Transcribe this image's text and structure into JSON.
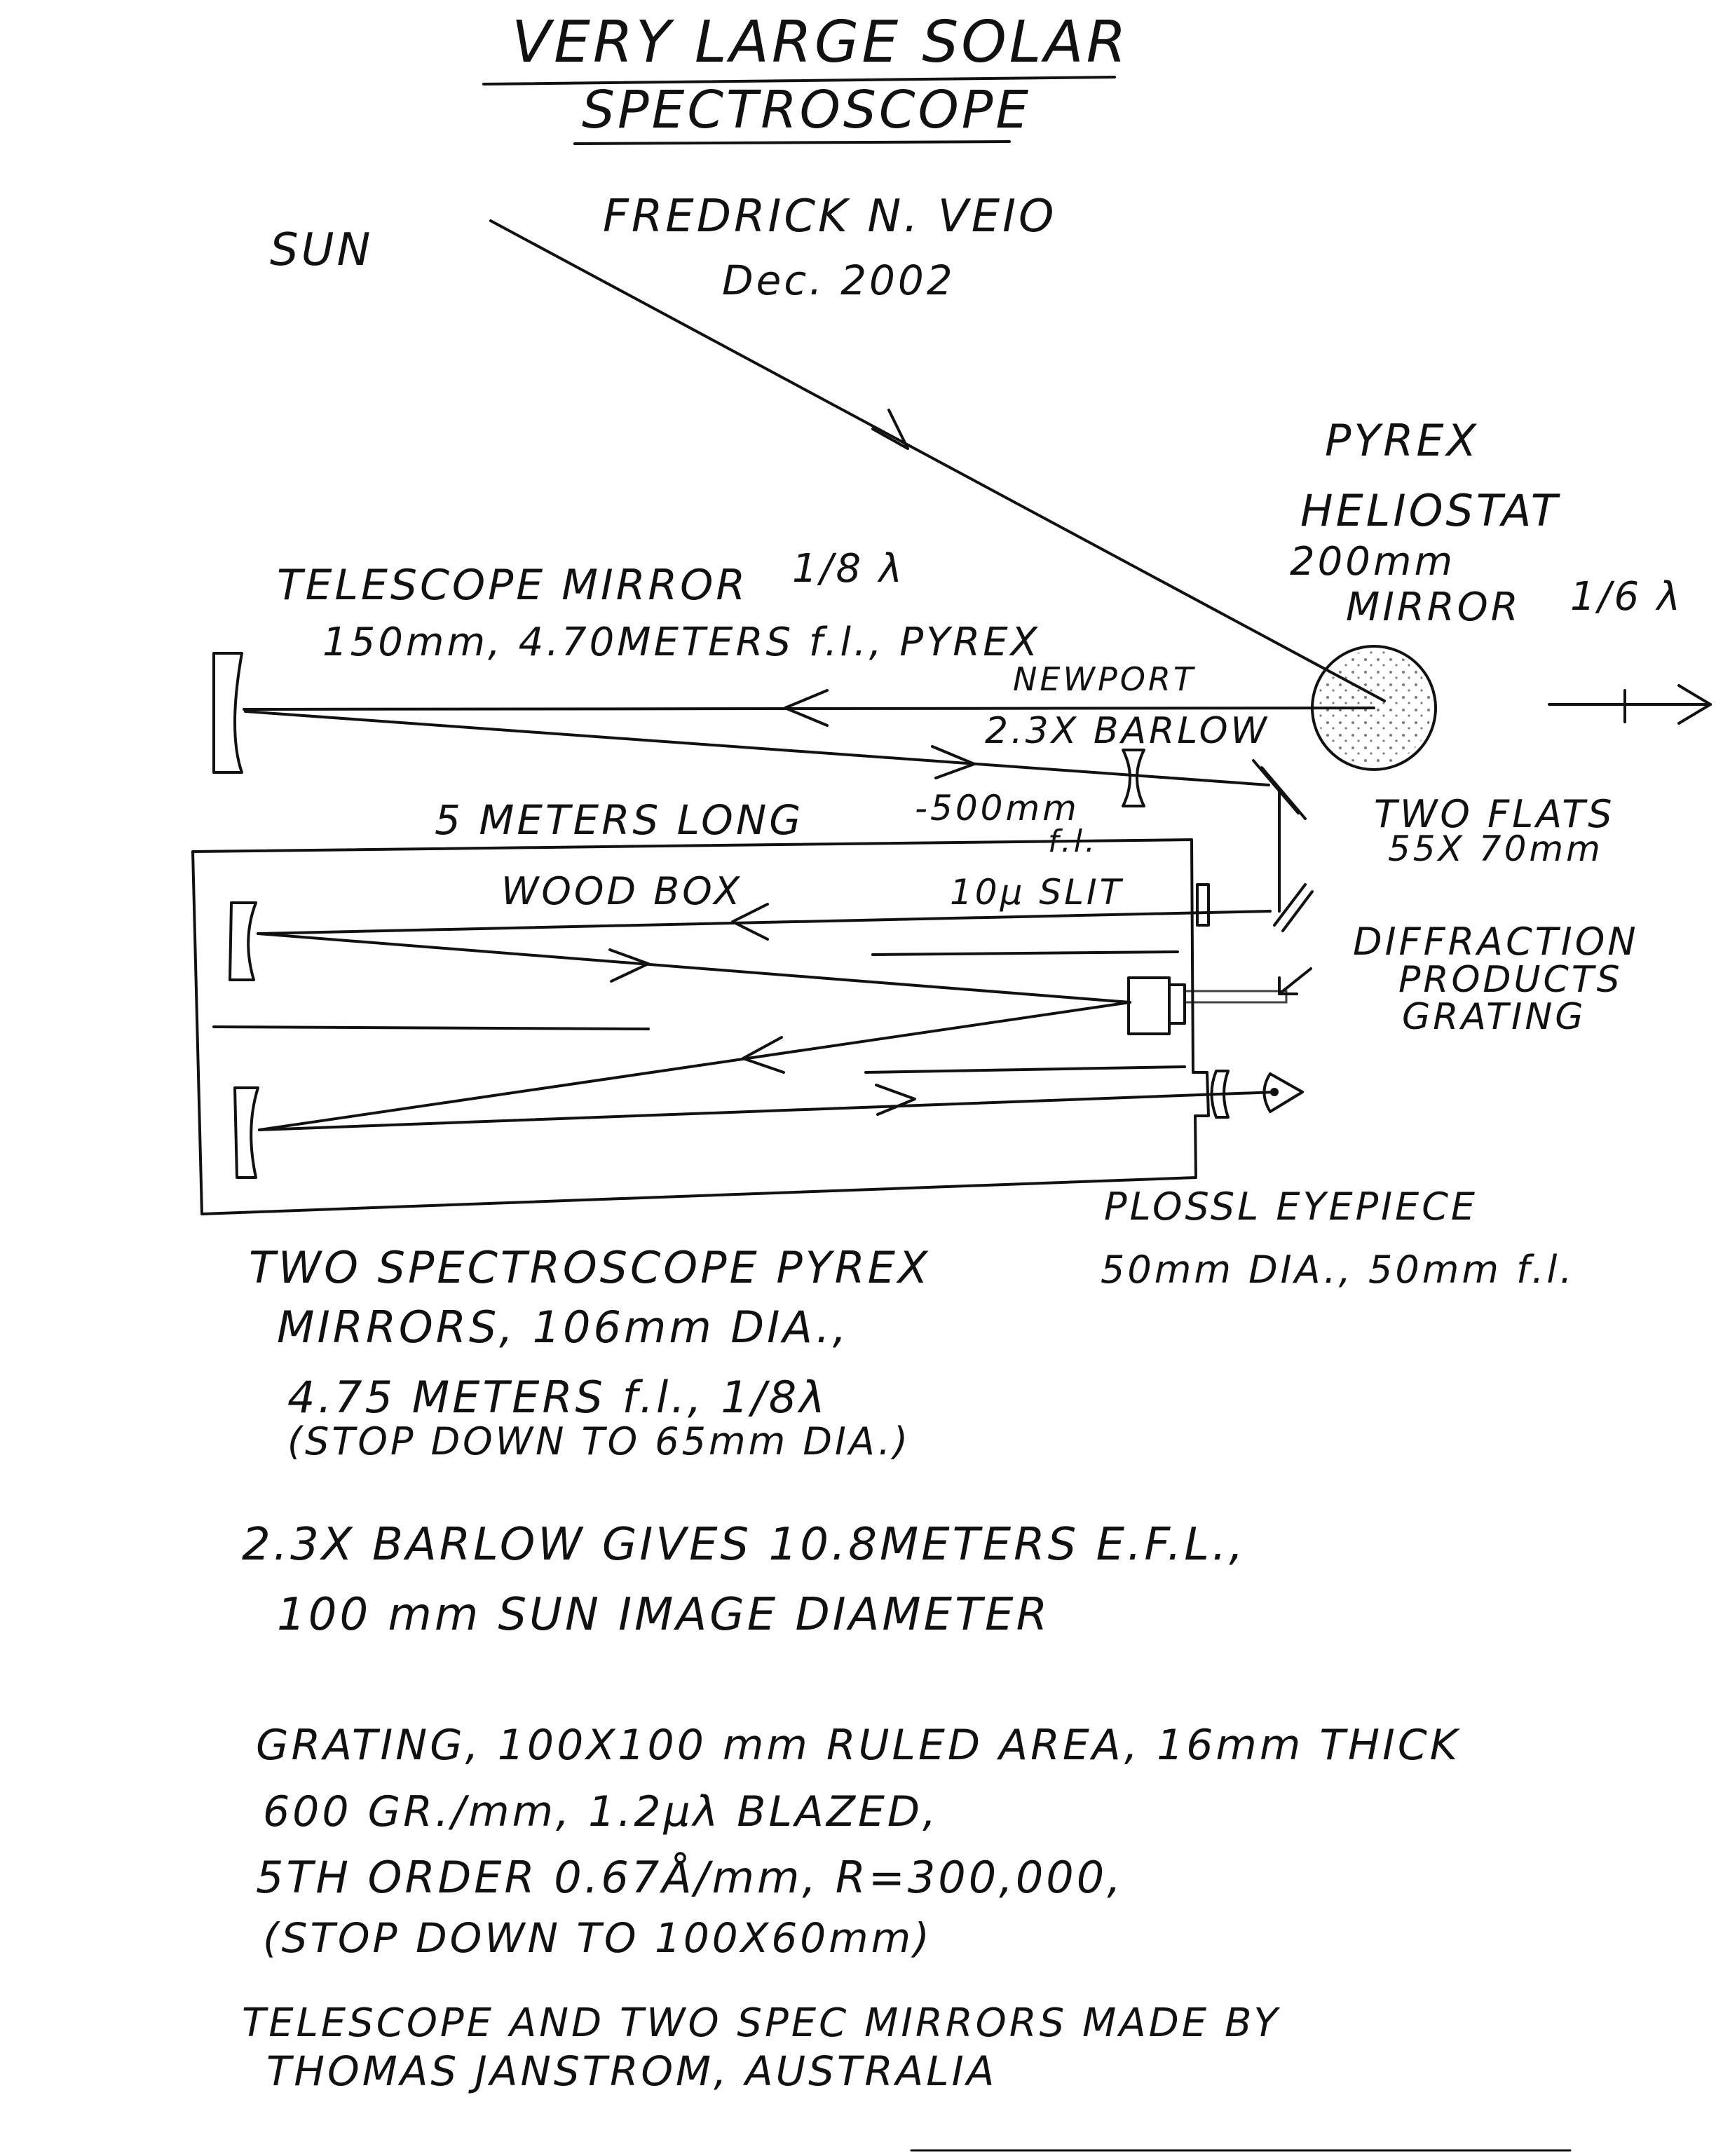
{
  "header": {
    "title_line1": "VERY LARGE SOLAR",
    "title_line2": "SPECTROSCOPE",
    "author": "FREDRICK N. VEIO",
    "date": "Dec. 2002"
  },
  "diagram": {
    "sun": "SUN",
    "heliostat": {
      "line1": "PYREX",
      "line2": "HELIOSTAT",
      "line3": "200mm",
      "line4": "MIRROR",
      "line4_fraction": "1/6 λ"
    },
    "telescope_mirror": {
      "line1": "TELESCOPE MIRROR",
      "line1_fraction": "1/8 λ",
      "line2": "150mm, 4.70METERS f.l., PYREX"
    },
    "barlow": {
      "line1": "NEWPORT",
      "line2": "2.3X BARLOW",
      "line3": "-500mm",
      "line4": "f.l."
    },
    "flats": {
      "line1": "TWO FLATS",
      "line2": "55X 70mm"
    },
    "box": {
      "length": "5 METERS LONG",
      "label": "WOOD BOX",
      "slit": "10µ SLIT"
    },
    "grating": {
      "line1": "DIFFRACTION",
      "line2": "PRODUCTS",
      "line3": "GRATING"
    },
    "eyepiece": {
      "line1": "PLOSSL EYEPIECE",
      "line2": "50mm DIA., 50mm f.l."
    }
  },
  "notes": {
    "mirrors": [
      "TWO SPECTROSCOPE PYREX",
      "MIRRORS, 106mm DIA.,",
      "4.75 METERS f.l., 1/8λ",
      "(STOP DOWN TO 65mm DIA.)"
    ],
    "barlow": [
      "2.3X BARLOW GIVES 10.8METERS E.F.L.,",
      "100 mm SUN IMAGE DIAMETER"
    ],
    "grating": [
      "GRATING, 100X100 mm RULED AREA, 16mm THICK",
      "600 GR./mm, 1.2µλ BLAZED,",
      "5TH ORDER 0.67Å/mm, R=300,000,",
      "(STOP DOWN TO 100X60mm)"
    ],
    "credits": [
      "TELESCOPE AND TWO SPEC MIRRORS MADE BY",
      "THOMAS JANSTROM, AUSTRALIA"
    ]
  }
}
